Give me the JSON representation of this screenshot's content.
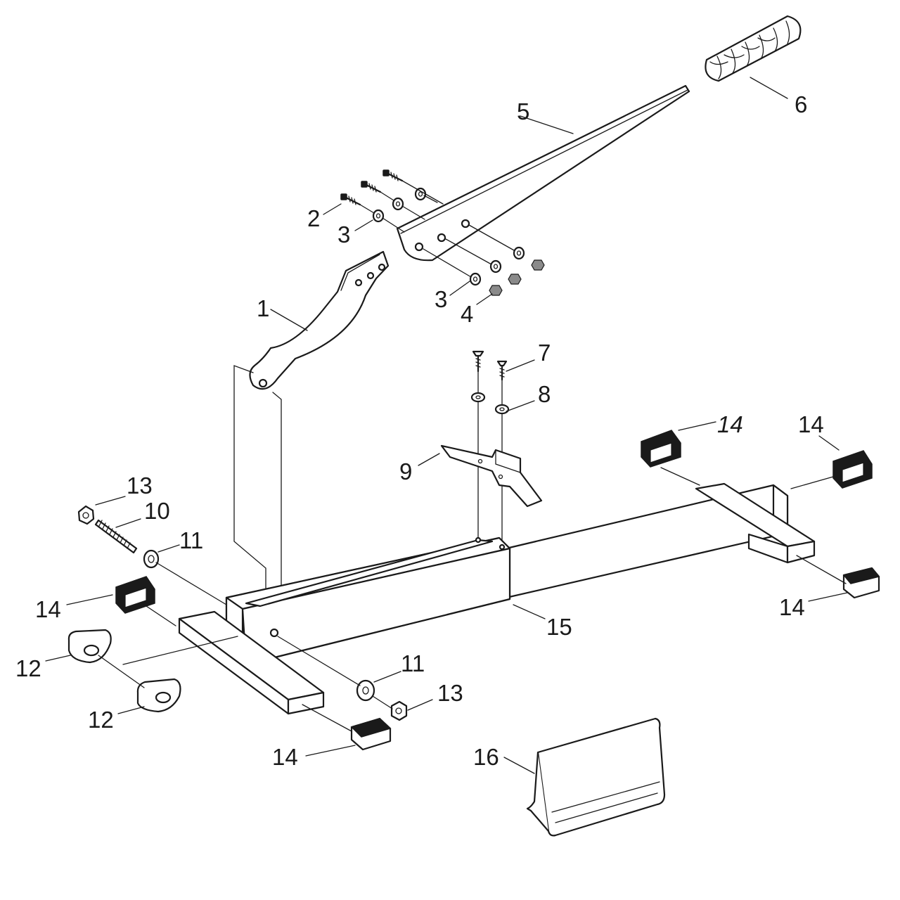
{
  "callouts": {
    "c1": "1",
    "c2": "2",
    "c3a": "3",
    "c3b": "3",
    "c4": "4",
    "c5": "5",
    "c6": "6",
    "c7": "7",
    "c8": "8",
    "c9": "9",
    "c10": "10",
    "c11a": "11",
    "c11b": "11",
    "c12a": "12",
    "c12b": "12",
    "c13a": "13",
    "c13b": "13",
    "c14a": "14",
    "c14b": "14",
    "c14c": "14",
    "c14d": "14",
    "c14e": "14",
    "c15": "15",
    "c16": "16"
  }
}
